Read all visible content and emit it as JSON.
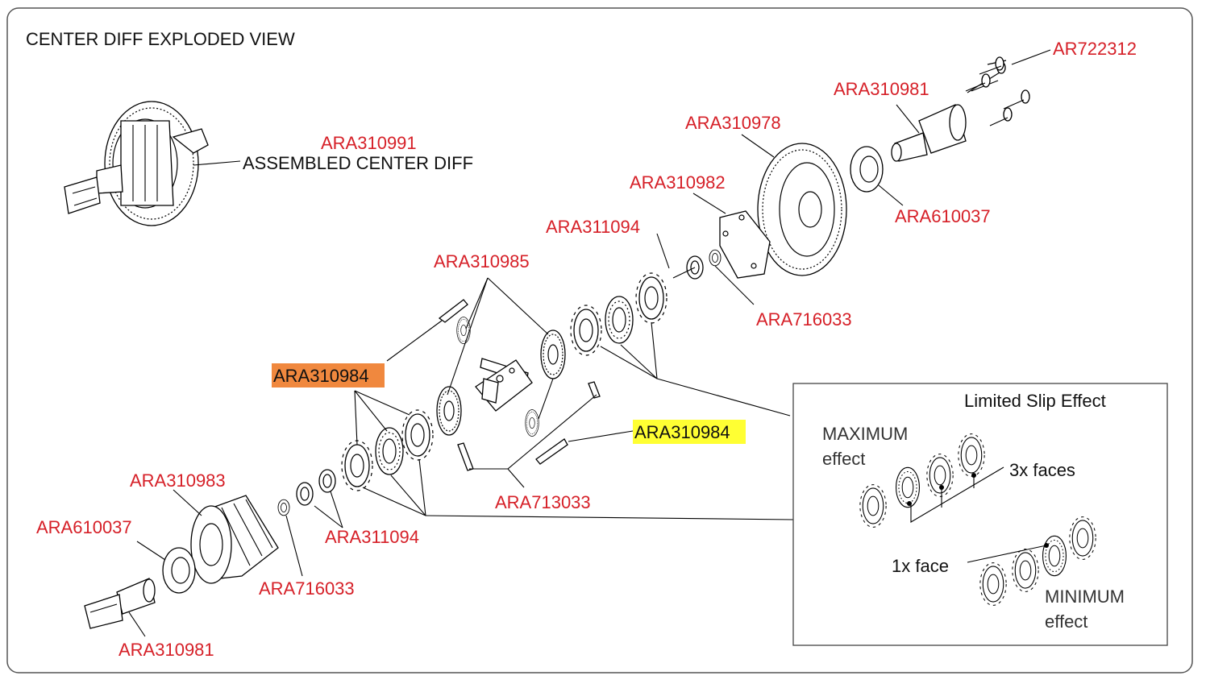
{
  "title": "CENTER DIFF EXPLODED VIEW",
  "colors": {
    "part_number": "#d62028",
    "highlight_orange": "#f0883e",
    "highlight_yellow": "#ffff33",
    "frame": "#555555"
  },
  "assembled": {
    "part_number": "ARA310991",
    "caption": "ASSEMBLED CENTER DIFF"
  },
  "labels": {
    "ar722312": "AR722312",
    "ara310981_top": "ARA310981",
    "ara310978": "ARA310978",
    "ara610037_top": "ARA610037",
    "ara310982": "ARA310982",
    "ara311094_top": "ARA311094",
    "ara310985": "ARA310985",
    "ara716033_top": "ARA716033",
    "ara310984_orange": "ARA310984",
    "ara310984_yellow": "ARA310984",
    "ara713033": "ARA713033",
    "ara310983": "ARA310983",
    "ara610037_bottom": "ARA610037",
    "ara311094_bottom": "ARA311094",
    "ara716033_bottom": "ARA716033",
    "ara310981_bottom": "ARA310981"
  },
  "inset": {
    "title": "Limited Slip Effect",
    "max_line1": "MAXIMUM",
    "max_line2": "effect",
    "three_faces": "3x faces",
    "one_face": "1x face",
    "min_line1": "MINIMUM",
    "min_line2": "effect"
  },
  "icons": [
    "gear-icon",
    "bearing-icon",
    "outdrive-icon",
    "washer-icon",
    "clutch-plate-icon",
    "shim-icon",
    "pin-icon",
    "screw-icon",
    "gasket-icon",
    "diff-case-icon"
  ]
}
